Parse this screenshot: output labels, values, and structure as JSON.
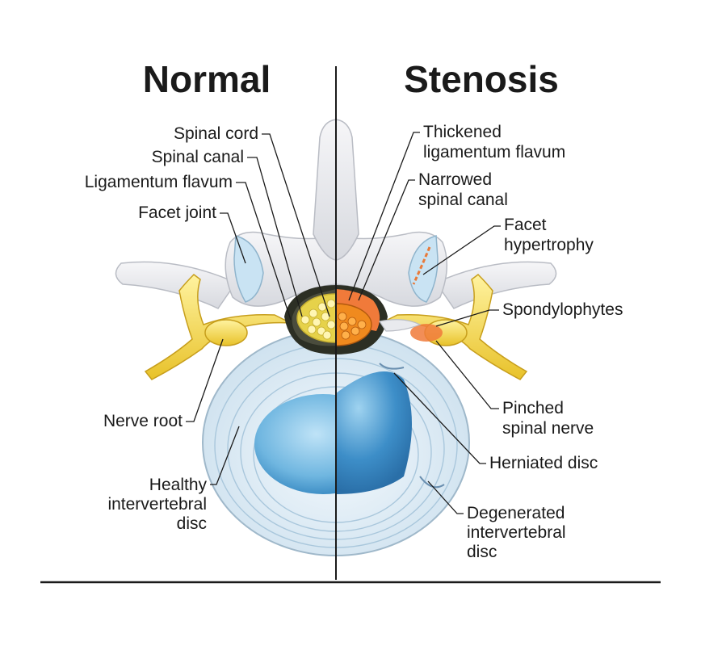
{
  "titles": {
    "left": "Normal",
    "right": "Stenosis"
  },
  "labels_left": {
    "spinal_cord": "Spinal cord",
    "spinal_canal": "Spinal canal",
    "ligamentum_flavum": "Ligamentum flavum",
    "facet_joint": "Facet joint",
    "nerve_root": "Nerve root",
    "healthy_disc": [
      "Healthy",
      "intervertebral",
      "disc"
    ]
  },
  "labels_right": {
    "thickened_ligamentum": [
      "Thickened",
      "ligamentum flavum"
    ],
    "narrowed_canal": [
      "Narrowed",
      "spinal canal"
    ],
    "facet_hypertrophy": [
      "Facet",
      "hypertrophy"
    ],
    "spondylophytes": "Spondylophytes",
    "pinched_nerve": [
      "Pinched",
      "spinal nerve"
    ],
    "herniated_disc": "Herniated disc",
    "degenerated_disc": [
      "Degenerated",
      "intervertebral",
      "disc"
    ]
  },
  "colors": {
    "bone": "#e9eaee",
    "bone_shadow": "#c9ccd4",
    "disc_light": "#dcecf6",
    "disc_ring": "#a9c7dc",
    "nucleus": "#7fc0e6",
    "nerve": "#f2d94a",
    "spinal_cord": "#e6d24a",
    "stenosis_cord": "#f08a1e",
    "inflamed": "#f07a3a"
  }
}
